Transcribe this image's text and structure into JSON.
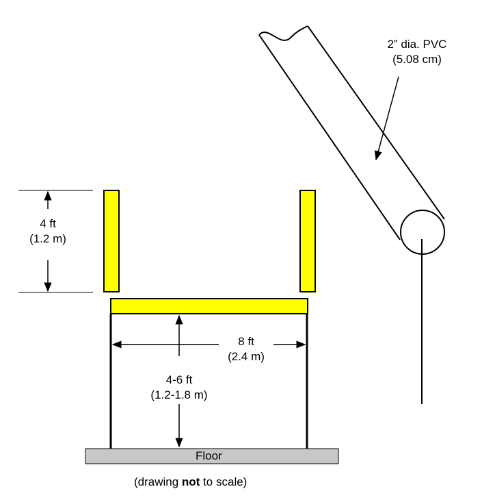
{
  "pipe": {
    "label_line1": "2” dia. PVC",
    "label_line2": "(5.08 cm)"
  },
  "upright_height": {
    "line1": "4 ft",
    "line2": "(1.2 m)"
  },
  "crossbar_width": {
    "line1": "8 ft",
    "line2": "(2.4 m)"
  },
  "crossbar_height": {
    "line1": "4-6 ft",
    "line2": "(1.2-1.8 m)"
  },
  "floor": {
    "label": "Floor"
  },
  "caption": {
    "prefix": "(drawing ",
    "emphasis": "not",
    "suffix": " to scale)"
  },
  "colors": {
    "post_fill": "#ffff00",
    "floor_fill": "#c8c8c8",
    "stroke": "#000000"
  }
}
